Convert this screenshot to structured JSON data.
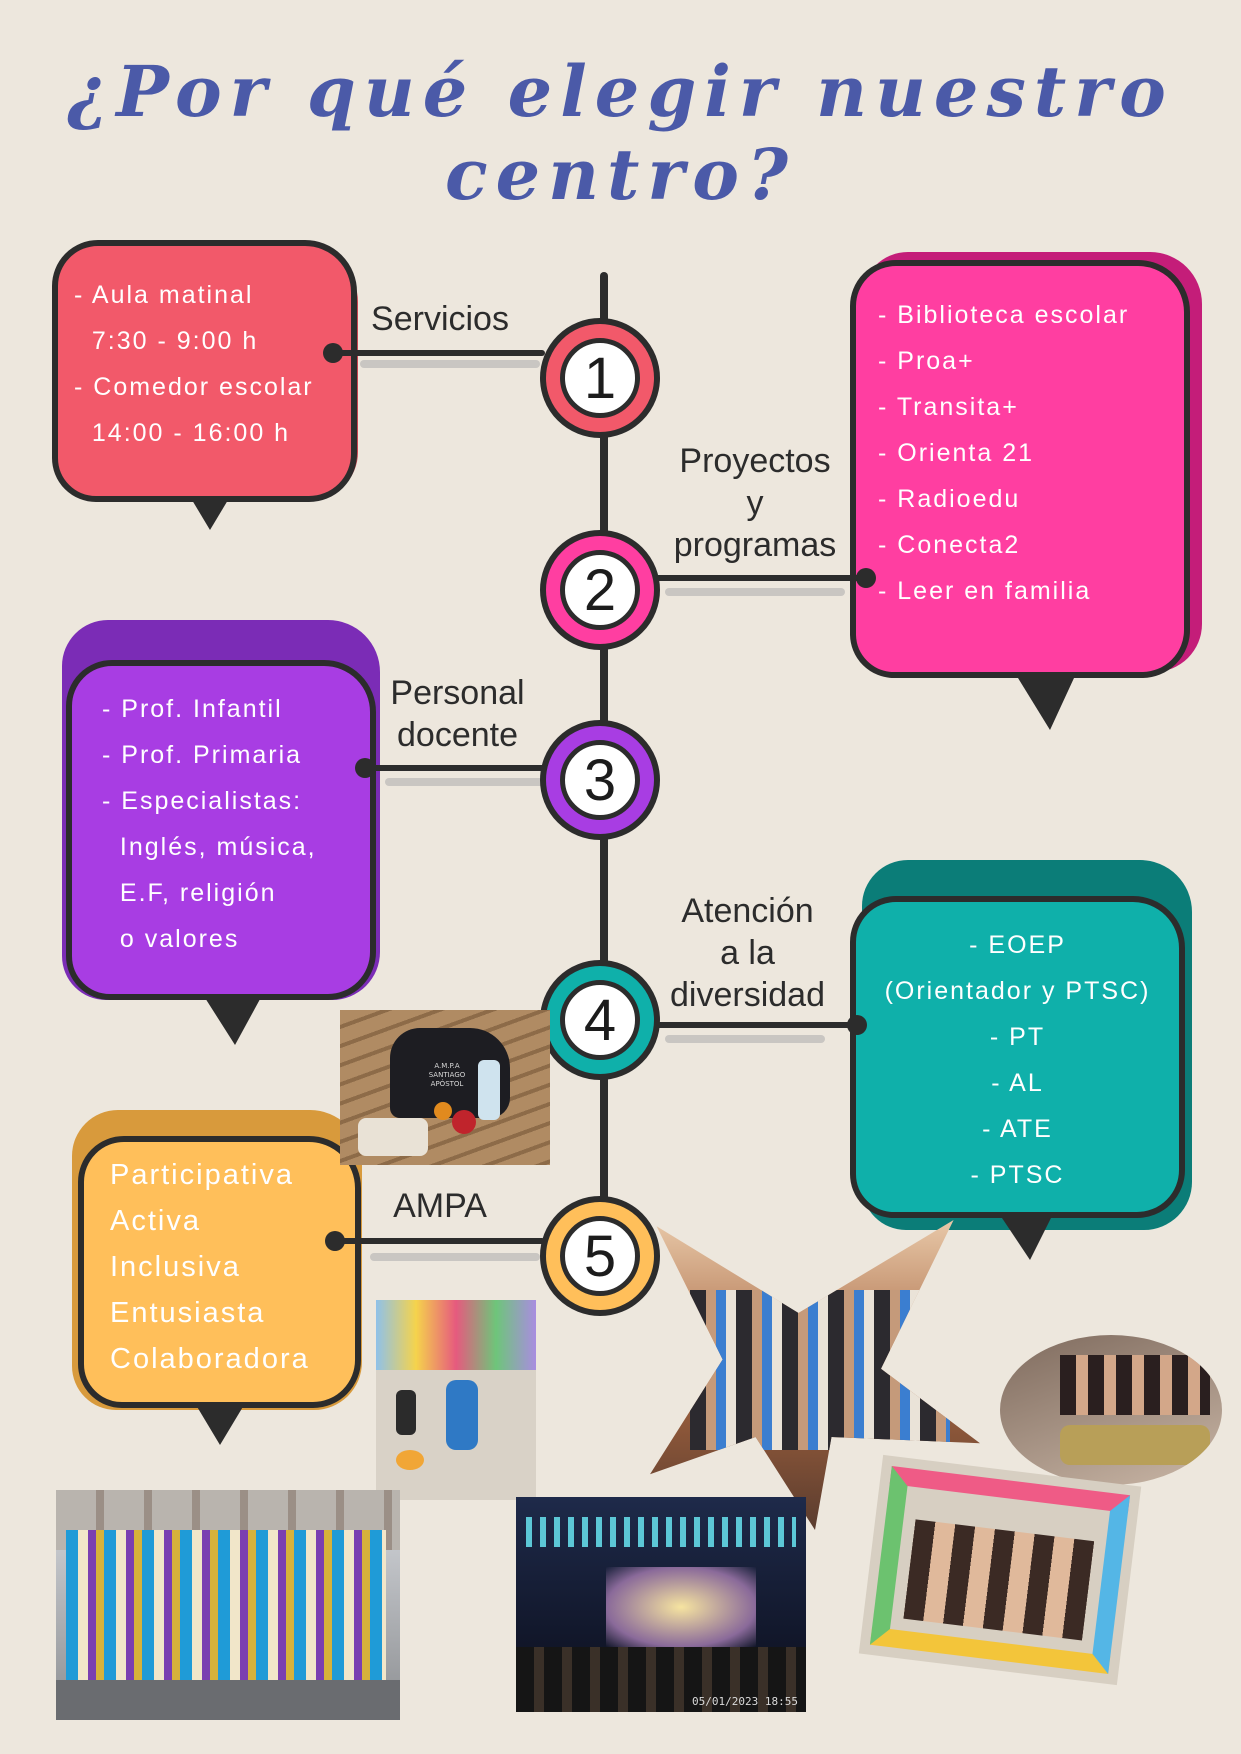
{
  "title": "¿Por qué elegir nuestro centro?",
  "items": [
    {
      "number": "1",
      "label": "Servicios",
      "color": "#f2596a",
      "lines": [
        "- Aula matinal",
        "  7:30 - 9:00 h",
        "- Comedor escolar",
        "  14:00 - 16:00 h"
      ]
    },
    {
      "number": "2",
      "label_lines": [
        "Proyectos",
        "y",
        "programas"
      ],
      "color": "#ff3ea1",
      "lines": [
        "- Biblioteca escolar",
        "- Proa+",
        "- Transita+",
        "- Orienta 21",
        "- Radioedu",
        "- Conecta2",
        "- Leer en familia"
      ]
    },
    {
      "number": "3",
      "label_lines": [
        "Personal",
        "docente"
      ],
      "color": "#a83de3",
      "lines": [
        "- Prof. Infantil",
        "- Prof. Primaria",
        "- Especialistas:",
        "  Inglés, música,",
        "  E.F, religión",
        "  o valores"
      ]
    },
    {
      "number": "4",
      "label_lines": [
        "Atención",
        "a la",
        "diversidad"
      ],
      "color": "#0fb0aa",
      "lines": [
        "- EOEP",
        "(Orientador y PTSC)",
        "- PT",
        "- AL",
        "- ATE",
        "- PTSC"
      ]
    },
    {
      "number": "5",
      "label": "AMPA",
      "color": "#ffbf5a",
      "lines": [
        "Participativa",
        "Activa",
        "Inclusiva",
        "Entusiasta",
        "Colaboradora"
      ]
    }
  ],
  "photos": {
    "ampa_bag_caption": "A.M.P.A SANTIAGO APÓSTOL",
    "timestamp": "05/01/2023 18:55"
  }
}
